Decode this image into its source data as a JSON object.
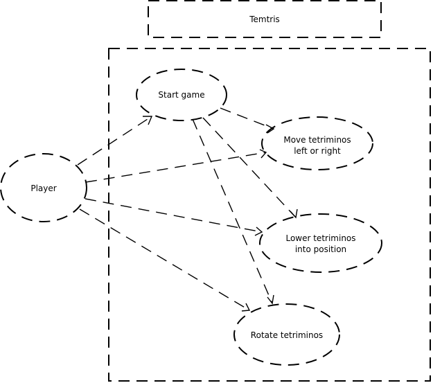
{
  "title": "Temtris",
  "actor": "Player",
  "use_cases": {
    "start": [
      "Start game"
    ],
    "move": [
      "Move tetriminos",
      "left or right"
    ],
    "lower": [
      "Lower tetriminos",
      "into position"
    ],
    "rotate": [
      "Rotate tetriminos"
    ]
  },
  "relations": [
    {
      "from": "Player",
      "to": "Start game"
    },
    {
      "from": "Player",
      "to": "Move tetriminos left or right"
    },
    {
      "from": "Player",
      "to": "Lower tetriminos into position"
    },
    {
      "from": "Player",
      "to": "Rotate tetriminos"
    },
    {
      "from": "Start game",
      "to": "Move tetriminos left or right"
    },
    {
      "from": "Start game",
      "to": "Lower tetriminos into position"
    },
    {
      "from": "Start game",
      "to": "Rotate tetriminos"
    }
  ]
}
